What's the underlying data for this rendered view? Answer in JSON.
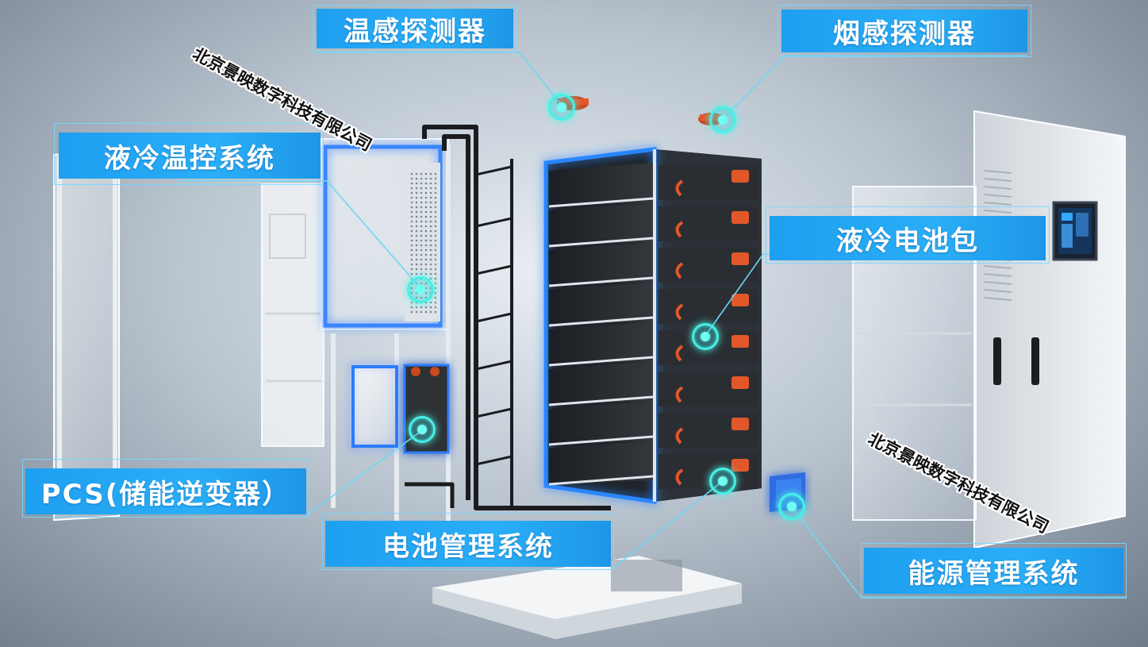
{
  "labels": {
    "temp_sensor": "温感探测器",
    "smoke_sensor": "烟感探测器",
    "liquid_cooling_temp": "液冷温控系统",
    "liquid_cooling_pack": "液冷电池包",
    "pcs": "PCS(储能逆变器）",
    "bms": "电池管理系统",
    "ems": "能源管理系统"
  },
  "watermark": "北京景映数字科技有限公司",
  "colors": {
    "label_bg": "#2aaef7",
    "line": "#6fd6f5",
    "hotspot": "#47f0e6",
    "glow": "#1e7bff",
    "module_orange": "#e2572a"
  }
}
